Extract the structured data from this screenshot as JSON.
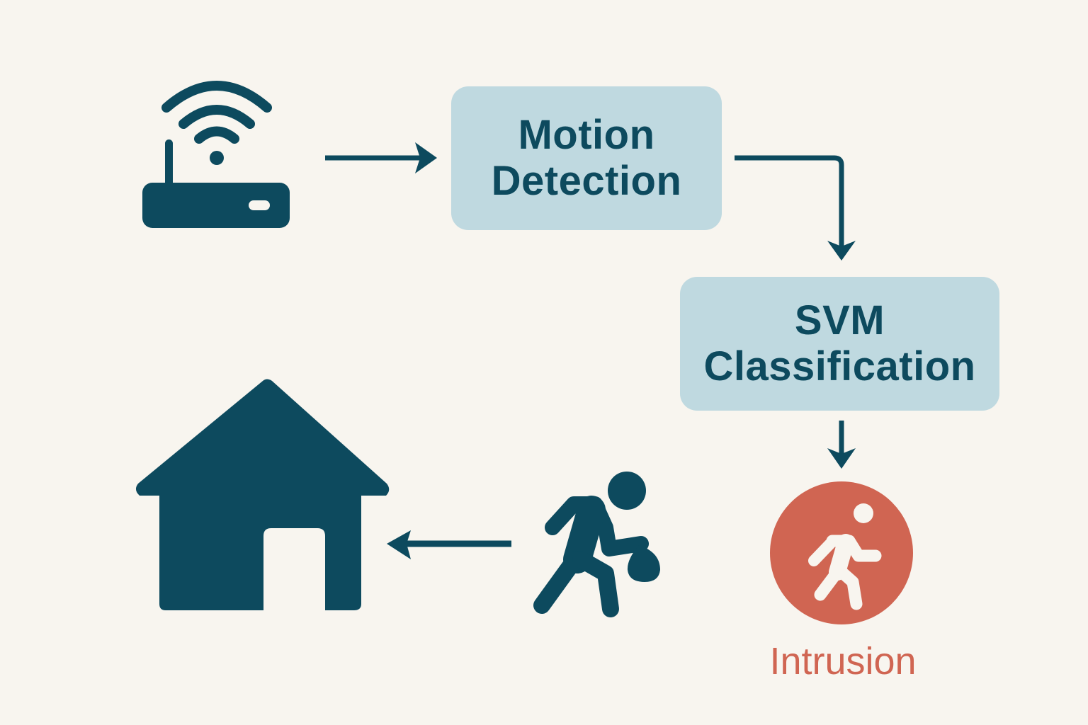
{
  "diagram": {
    "title": "WiFi-based intrusion detection pipeline",
    "colors": {
      "background": "#f8f5ef",
      "primary": "#0d4a5e",
      "box_fill": "#bfd9e0",
      "alert": "#d06552"
    },
    "nodes": {
      "router": {
        "icon": "wifi-router-icon"
      },
      "motion_detection": {
        "line1": "Motion",
        "line2": "Detection"
      },
      "svm_classification": {
        "line1": "SVM",
        "line2": "Classification"
      },
      "intrusion": {
        "icon": "running-person-icon",
        "label": "Intrusion"
      },
      "intruder": {
        "icon": "burglar-with-bag-icon"
      },
      "house": {
        "icon": "house-icon"
      }
    },
    "edges": [
      {
        "from": "router",
        "to": "motion_detection"
      },
      {
        "from": "motion_detection",
        "to": "svm_classification"
      },
      {
        "from": "svm_classification",
        "to": "intrusion"
      },
      {
        "from": "intruder",
        "to": "house"
      }
    ]
  }
}
